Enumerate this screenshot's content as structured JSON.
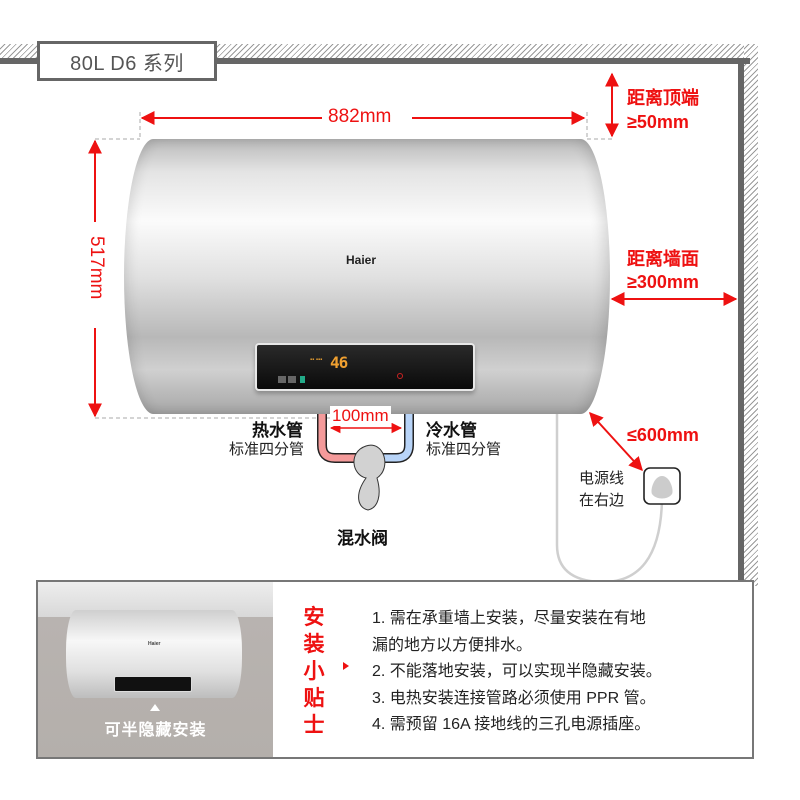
{
  "header": {
    "series_title": "80L   D6 系列"
  },
  "dimensions": {
    "width": "882mm",
    "height": "517mm",
    "top_clearance_label": "距离顶端",
    "top_clearance_value": "≥50mm",
    "side_clearance_label": "距离墙面",
    "side_clearance_value": "≥300mm",
    "pipe_spacing": "100mm",
    "socket_distance": "≤600mm"
  },
  "heater": {
    "brand": "Haier",
    "display_temp": "46"
  },
  "pipes": {
    "hot_label": "热水管",
    "hot_sub": "标准四分管",
    "cold_label": "冷水管",
    "cold_sub": "标准四分管",
    "valve_label": "混水阀"
  },
  "power": {
    "cord_line1": "电源线",
    "cord_line2": "在右边"
  },
  "tips": {
    "photo_caption": "可半隐藏安装",
    "photo_brand": "Haier",
    "title_chars": [
      "安",
      "装",
      "小",
      "贴",
      "士"
    ],
    "items": [
      "1. 需在承重墙上安装，尽量安装在有地",
      "漏的地方以方便排水。",
      "2. 不能落地安装，可以实现半隐藏安装。",
      "3. 电热安装连接管路必须使用 PPR 管。",
      "4. 需预留 16A 接地线的三孔电源插座。"
    ]
  },
  "colors": {
    "accent_red": "#ee1111",
    "wall_gray": "#666666",
    "hot_pipe": "#f49a9a",
    "cold_pipe": "#b8d4f8",
    "photo_bg": "#b4afab"
  }
}
